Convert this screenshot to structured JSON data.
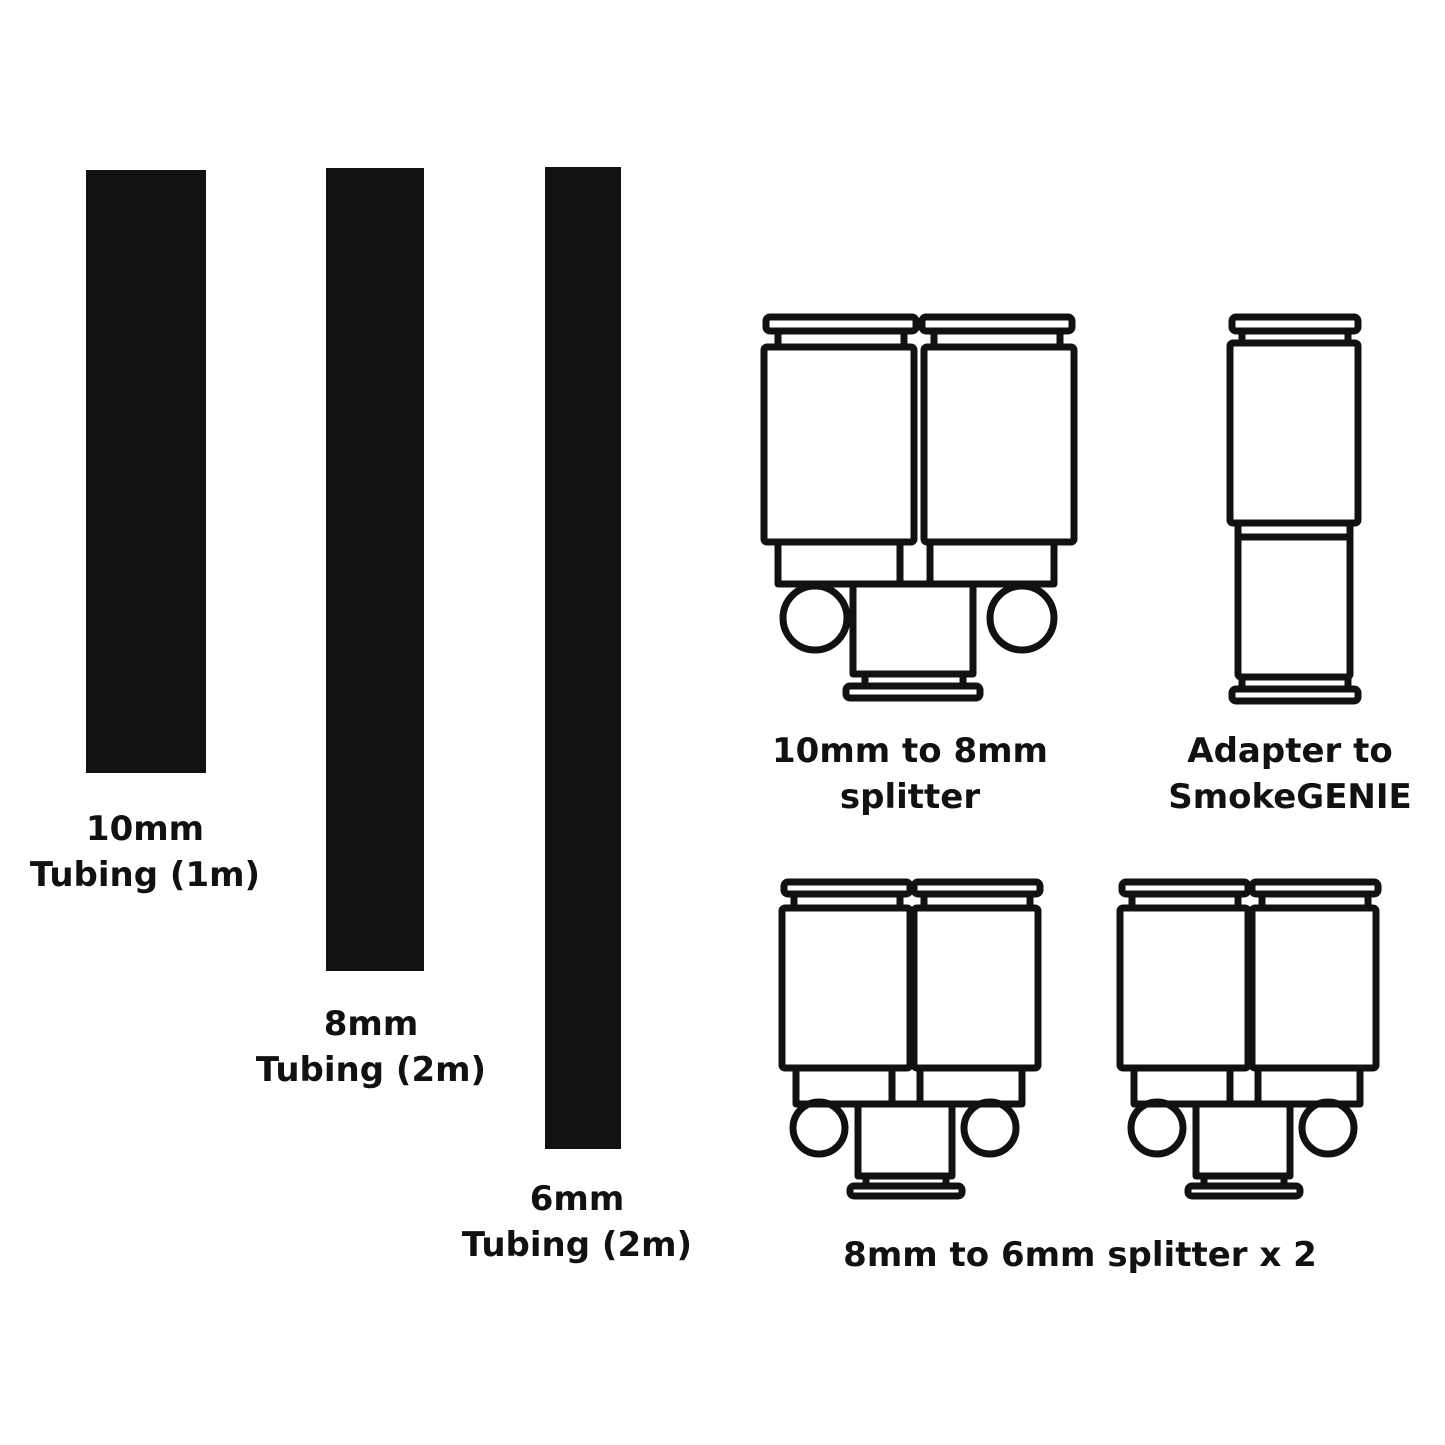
{
  "colors": {
    "background": "#ffffff",
    "ink": "#111111"
  },
  "tubing": [
    {
      "size": "10mm",
      "desc": "Tubing (1m)"
    },
    {
      "size": "8mm",
      "desc": "Tubing (2m)"
    },
    {
      "size": "6mm",
      "desc": "Tubing (2m)"
    }
  ],
  "fittings": {
    "splitter_10_8": {
      "line1": "10mm to 8mm",
      "line2": "splitter"
    },
    "adapter": {
      "line1": "Adapter to",
      "line2": "SmokeGENIE"
    },
    "splitter_8_6": {
      "label": "8mm to 6mm splitter x 2"
    }
  }
}
